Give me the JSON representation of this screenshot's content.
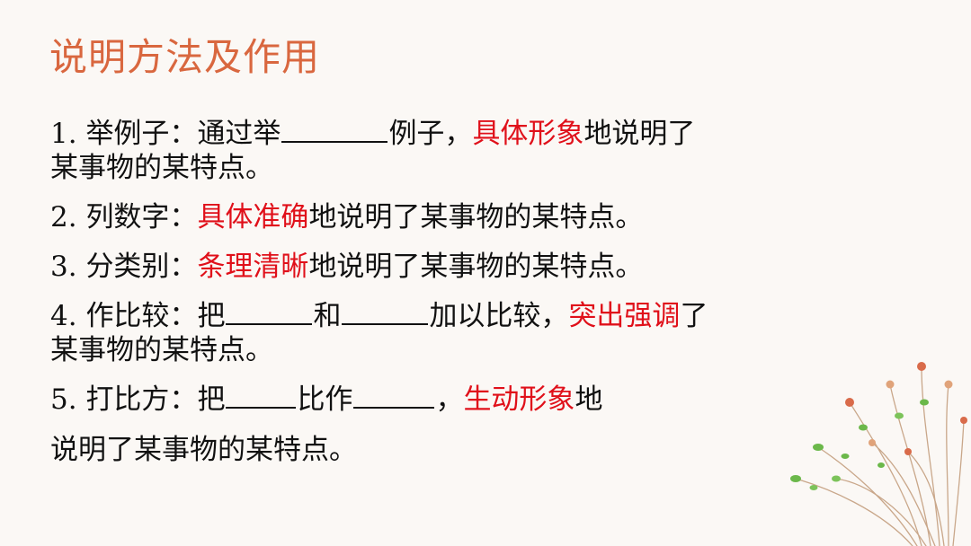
{
  "title": "说明方法及作用",
  "items": [
    {
      "num": "1.",
      "name": "举例子：",
      "p1": "通过举",
      "p2": "例子，",
      "red": "具体形象",
      "p3": "地说明了",
      "line2": "某事物的某特点。"
    },
    {
      "num": "2.",
      "name": "列数字：",
      "red": "具体准确",
      "rest": "地说明了某事物的某特点。"
    },
    {
      "num": "3.",
      "name": "分类别：",
      "red": "条理清晰",
      "rest": "地说明了某事物的某特点。"
    },
    {
      "num": "4.",
      "name": "作比较：",
      "p1": "把",
      "p2": "和",
      "p3": "加以比较，",
      "red": "突出强调",
      "p4": "了",
      "line2": "某事物的某特点。"
    },
    {
      "num": "5.",
      "name": "打比方：",
      "p1": "把",
      "p2": "比作",
      "p3": "，",
      "red": "生动形象",
      "p4": "地",
      "line2": "说明了某事物的某特点。"
    }
  ],
  "colors": {
    "title": "#d9673f",
    "highlight": "#e0101a",
    "background": "#fbf8f5"
  },
  "decoration": "dried-flower-stems"
}
